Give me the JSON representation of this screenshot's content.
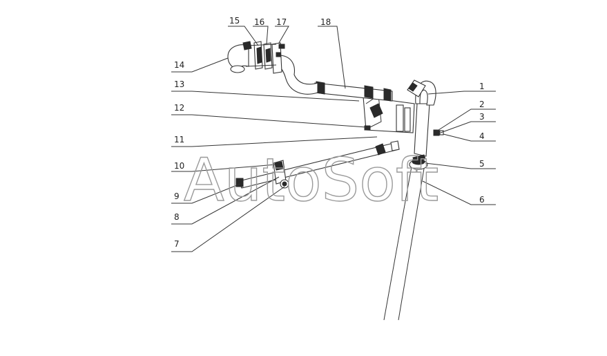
{
  "watermark": "AutoSoft",
  "callouts": [
    {
      "id": "c1",
      "label": "1"
    },
    {
      "id": "c2",
      "label": "2"
    },
    {
      "id": "c3",
      "label": "3"
    },
    {
      "id": "c4",
      "label": "4"
    },
    {
      "id": "c5",
      "label": "5"
    },
    {
      "id": "c6",
      "label": "6"
    },
    {
      "id": "c7",
      "label": "7"
    },
    {
      "id": "c8",
      "label": "8"
    },
    {
      "id": "c9",
      "label": "9"
    },
    {
      "id": "c10",
      "label": "10"
    },
    {
      "id": "c11",
      "label": "11"
    },
    {
      "id": "c12",
      "label": "12"
    },
    {
      "id": "c13",
      "label": "13"
    },
    {
      "id": "c14",
      "label": "14"
    },
    {
      "id": "c15",
      "label": "15"
    },
    {
      "id": "c16",
      "label": "16"
    },
    {
      "id": "c17",
      "label": "17"
    },
    {
      "id": "c18",
      "label": "18"
    }
  ]
}
